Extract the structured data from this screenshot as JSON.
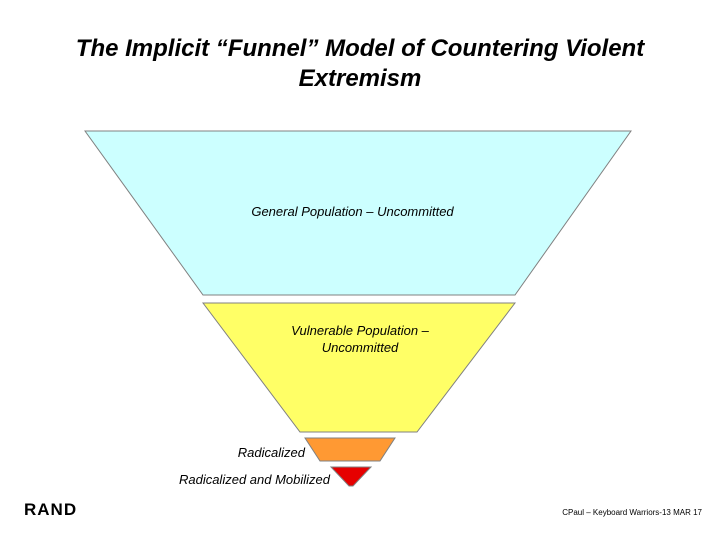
{
  "title": {
    "line1": "The Implicit “Funnel” Model of Countering Violent",
    "line2": "Extremism"
  },
  "funnel": {
    "levels": [
      {
        "label": "General Population – Uncommitted",
        "color": "#ccffff"
      },
      {
        "label_line1": "Vulnerable Population –",
        "label_line2": "Uncommitted",
        "color": "#ffff66"
      },
      {
        "label": "Radicalized",
        "color": "#ff9933"
      },
      {
        "label": "Radicalized and Mobilized",
        "color": "#e60000"
      }
    ]
  },
  "logo": "RAND",
  "footer": "CPaul – Keyboard Warriors-13 MAR 17"
}
